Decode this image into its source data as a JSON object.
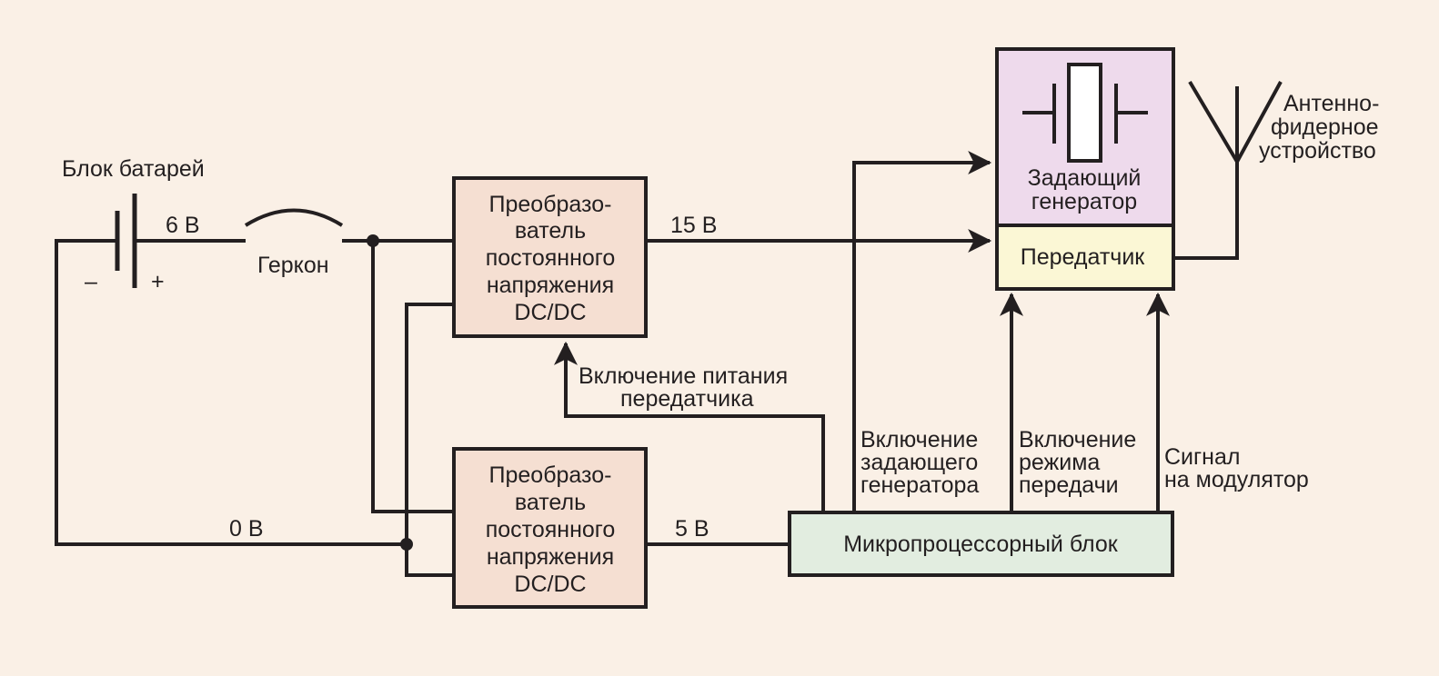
{
  "colors": {
    "background": "#FAF0E6",
    "line": "#231F20",
    "converter_fill": "#F5DFD2",
    "master_oscillator_fill": "#EEDAEC",
    "transmitter_fill": "#FBF7D5",
    "microprocessor_fill": "#E2EDE0"
  },
  "battery": {
    "label": "Блок батарей",
    "voltage": "6 В",
    "minus": "–",
    "plus": "+"
  },
  "reed_switch": {
    "label": "Геркон"
  },
  "converter_top": {
    "lines": [
      "Преобразо-",
      "ватель",
      "постоянного",
      "напряжения",
      "DC/DC"
    ]
  },
  "converter_bottom": {
    "lines": [
      "Преобразо-",
      "ватель",
      "постоянного",
      "напряжения",
      "DC/DC"
    ]
  },
  "master_oscillator": {
    "lines": [
      "Задающий",
      "генератор"
    ]
  },
  "transmitter": {
    "label": "Передатчик"
  },
  "microprocessor": {
    "label": "Микропроцессорный блок"
  },
  "antenna": {
    "lines": [
      "Антенно-",
      "фидерное",
      "устройство"
    ]
  },
  "wires": {
    "v15": "15 В",
    "v5": "5 В",
    "v0": "0 В"
  },
  "signals": {
    "tx_power": [
      "Включение питания",
      "передатчика"
    ],
    "osc_enable": [
      "Включение",
      "задающего",
      "генератора"
    ],
    "tx_mode": [
      "Включение",
      "режима",
      "передачи"
    ],
    "modulator": [
      "Сигнал",
      "на модулятор"
    ]
  }
}
